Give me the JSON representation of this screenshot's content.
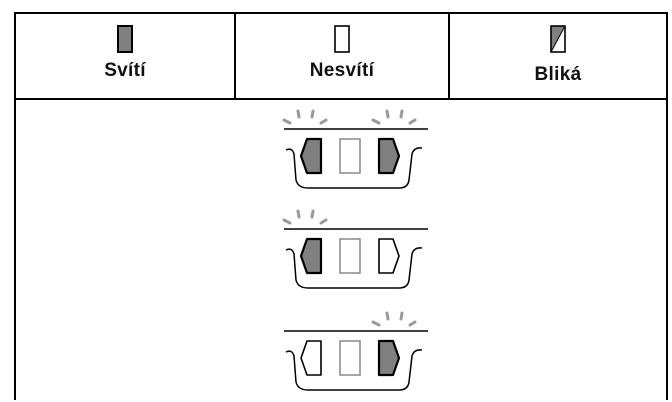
{
  "legend": {
    "on": {
      "label": "Svítí",
      "icon": "led-on-icon"
    },
    "off": {
      "label": "Nesvítí",
      "icon": "led-off-icon"
    },
    "blink": {
      "label": "Bliká",
      "icon": "led-blink-icon"
    }
  },
  "colors": {
    "led_fill": "#808080",
    "line": "#000000",
    "ray": "#9a9a9a"
  },
  "led_states": [
    {
      "left": "blink",
      "center": "off",
      "right": "blink"
    },
    {
      "left": "blink",
      "center": "off",
      "right": "off"
    },
    {
      "left": "off",
      "center": "off",
      "right": "blink"
    }
  ]
}
